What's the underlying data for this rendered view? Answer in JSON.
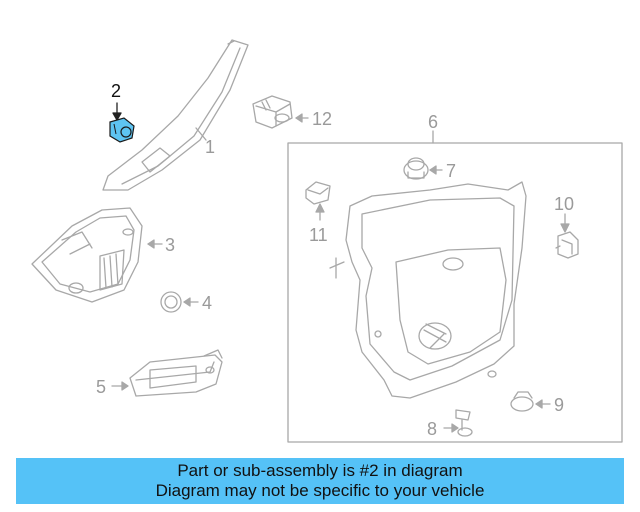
{
  "callouts": {
    "c1": "1",
    "c2": "2",
    "c3": "3",
    "c4": "4",
    "c5": "5",
    "c6": "6",
    "c7": "7",
    "c8": "8",
    "c9": "9",
    "c10": "10",
    "c11": "11",
    "c12": "12"
  },
  "highlight_part": "2",
  "colors": {
    "line": "#a8a8a8",
    "highlight_fill": "#5ec4f2",
    "banner": "#55c2f7"
  },
  "banner": {
    "line1": "Part or sub-assembly is #2 in diagram",
    "line2": "Diagram may not be specific to your vehicle"
  }
}
